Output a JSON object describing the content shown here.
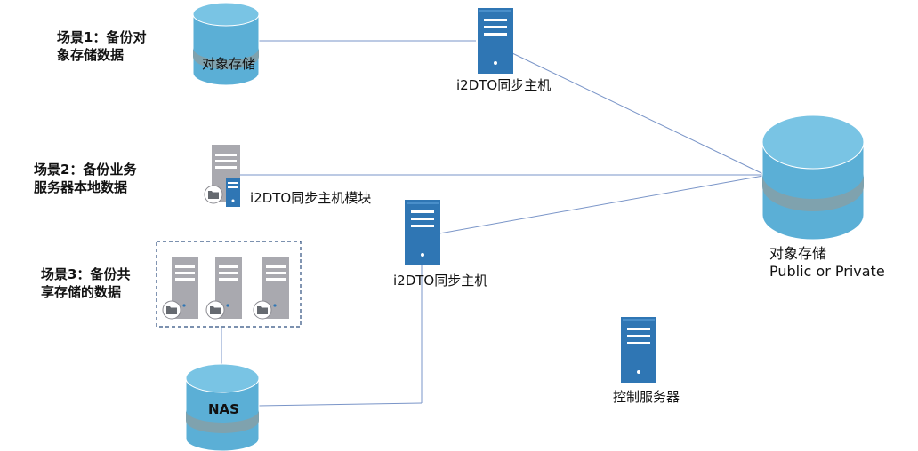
{
  "scenarios": {
    "s1": "场景1：备份对\n象存储数据",
    "s2": "场景2：备份业务\n服务器本地数据",
    "s3": "场景3：备份共\n享存储的数据"
  },
  "nodes": {
    "object_storage_1": "对象存储",
    "sync_host_1": "i2DTO同步主机",
    "sync_module": "i2DTO同步主机模块",
    "sync_host_2": "i2DTO同步主机",
    "nas": "NAS",
    "control_server": "控制服务器",
    "object_storage_main": "对象存储\nPublic or Private"
  },
  "colors": {
    "cylinder_top": "#79c4e4",
    "cylinder_body": "#5bafd6",
    "cylinder_band": "#7fa2ae",
    "server_blue": "#2f76b4",
    "server_gray": "#a9a9af",
    "link_line": "#7a95c8",
    "group_border": "#2f4f7f"
  },
  "icons": [
    "database-icon",
    "server-icon",
    "folder-icon"
  ]
}
